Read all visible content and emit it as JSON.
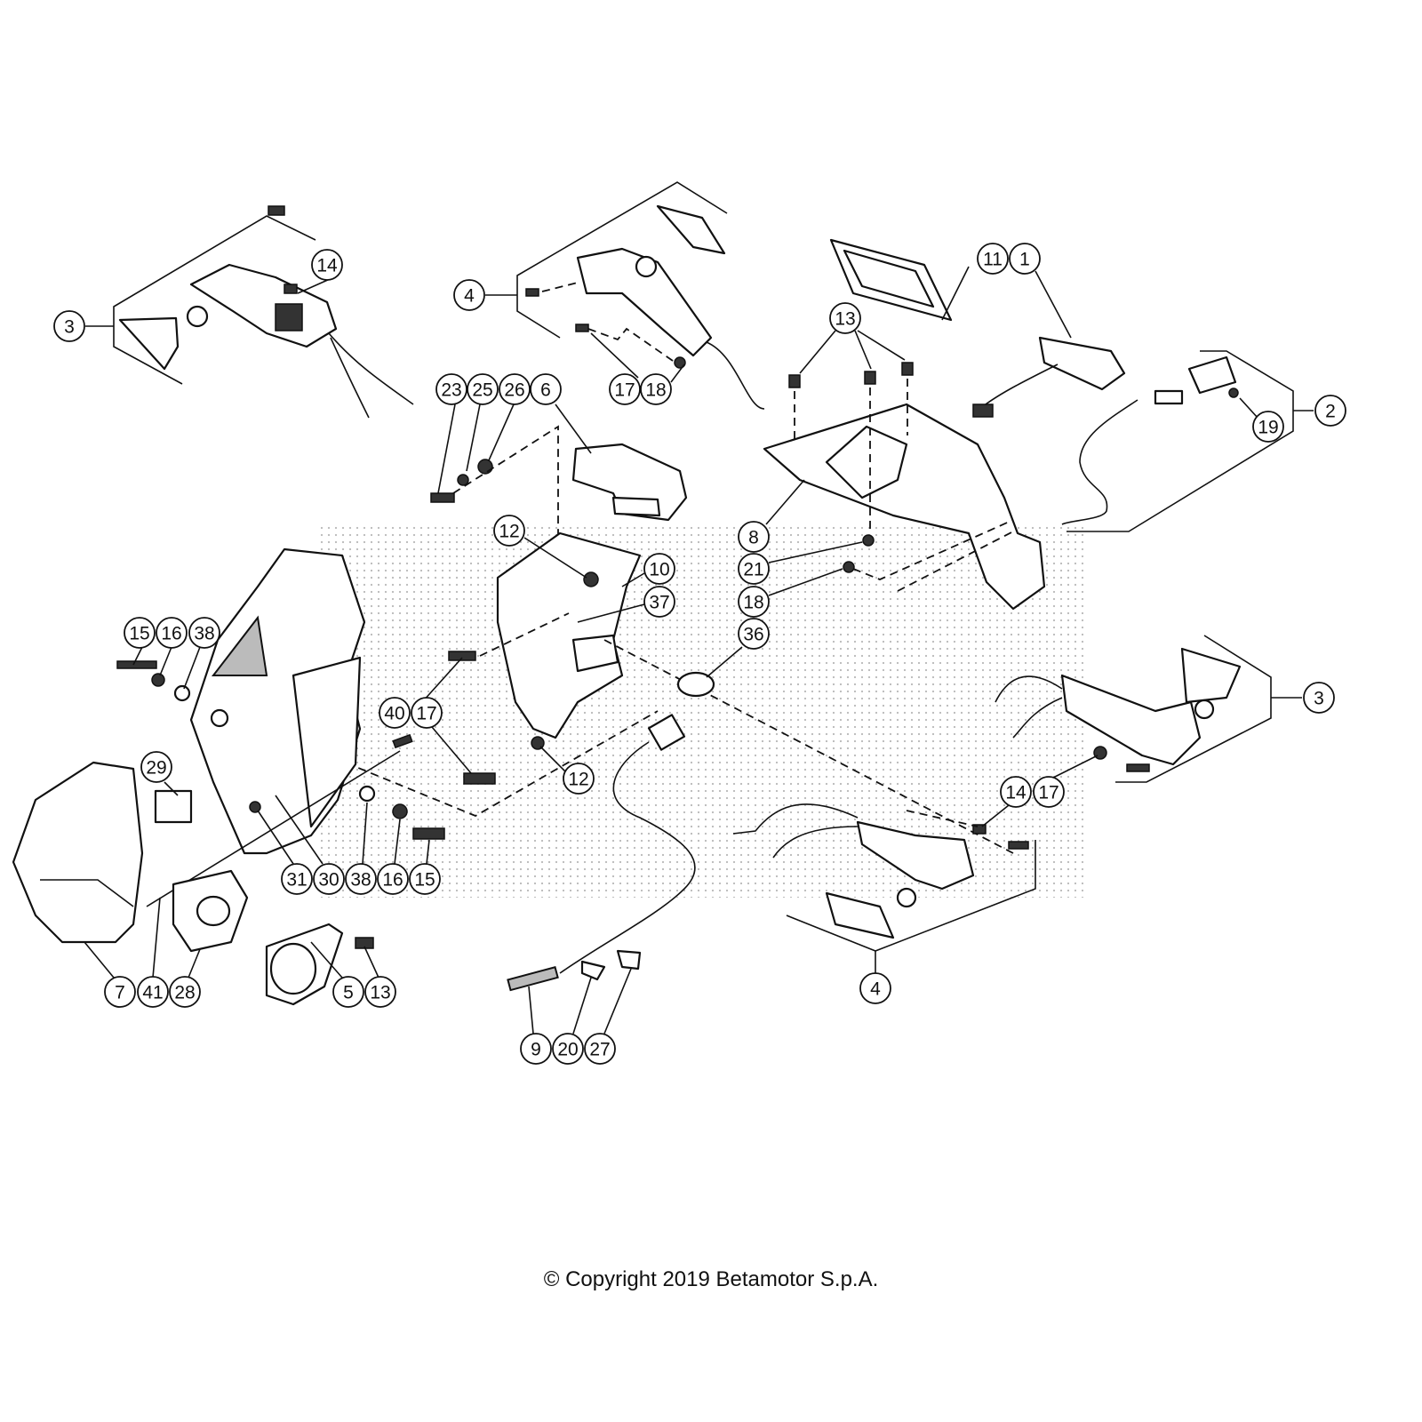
{
  "diagram": {
    "title": "Lighting / indicators exploded parts diagram",
    "callouts": [
      "3",
      "14",
      "4",
      "17",
      "18",
      "11",
      "1",
      "13",
      "2",
      "19",
      "23",
      "25",
      "26",
      "6",
      "12",
      "10",
      "8",
      "21",
      "18",
      "37",
      "36",
      "15",
      "16",
      "38",
      "40",
      "17",
      "3",
      "12",
      "29",
      "14",
      "17",
      "31",
      "30",
      "38",
      "16",
      "15",
      "7",
      "41",
      "28",
      "5",
      "13",
      "4",
      "9",
      "20",
      "27"
    ]
  },
  "footer": {
    "copyright": "© Copyright 2019 Betamotor S.p.A."
  }
}
